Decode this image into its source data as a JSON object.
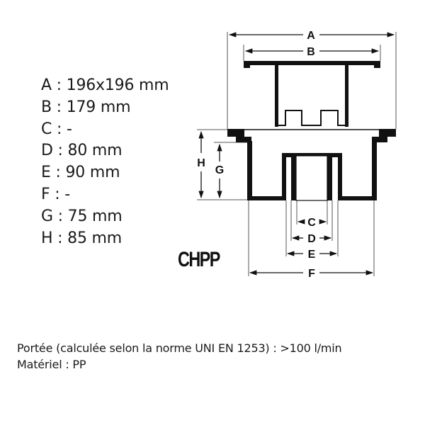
{
  "specifications": [
    {
      "key": "A",
      "text": "A : 196x196 mm"
    },
    {
      "key": "B",
      "text": "B : 179 mm"
    },
    {
      "key": "C",
      "text": "C : -"
    },
    {
      "key": "D",
      "text": "D : 80 mm"
    },
    {
      "key": "E",
      "text": "E : 90 mm"
    },
    {
      "key": "F",
      "text": "F : -"
    },
    {
      "key": "G",
      "text": "G : 75 mm"
    },
    {
      "key": "H",
      "text": "H : 85 mm"
    }
  ],
  "model": "CHPP",
  "drawing": {
    "labels": {
      "A": "A",
      "B": "B",
      "C": "C",
      "D": "D",
      "E": "E",
      "F": "F",
      "G": "G",
      "H": "H"
    }
  },
  "footer": {
    "capacity": "Portée (calculée selon la norme UNI EN 1253) : >100 l/min",
    "material": "Matériel : PP"
  }
}
